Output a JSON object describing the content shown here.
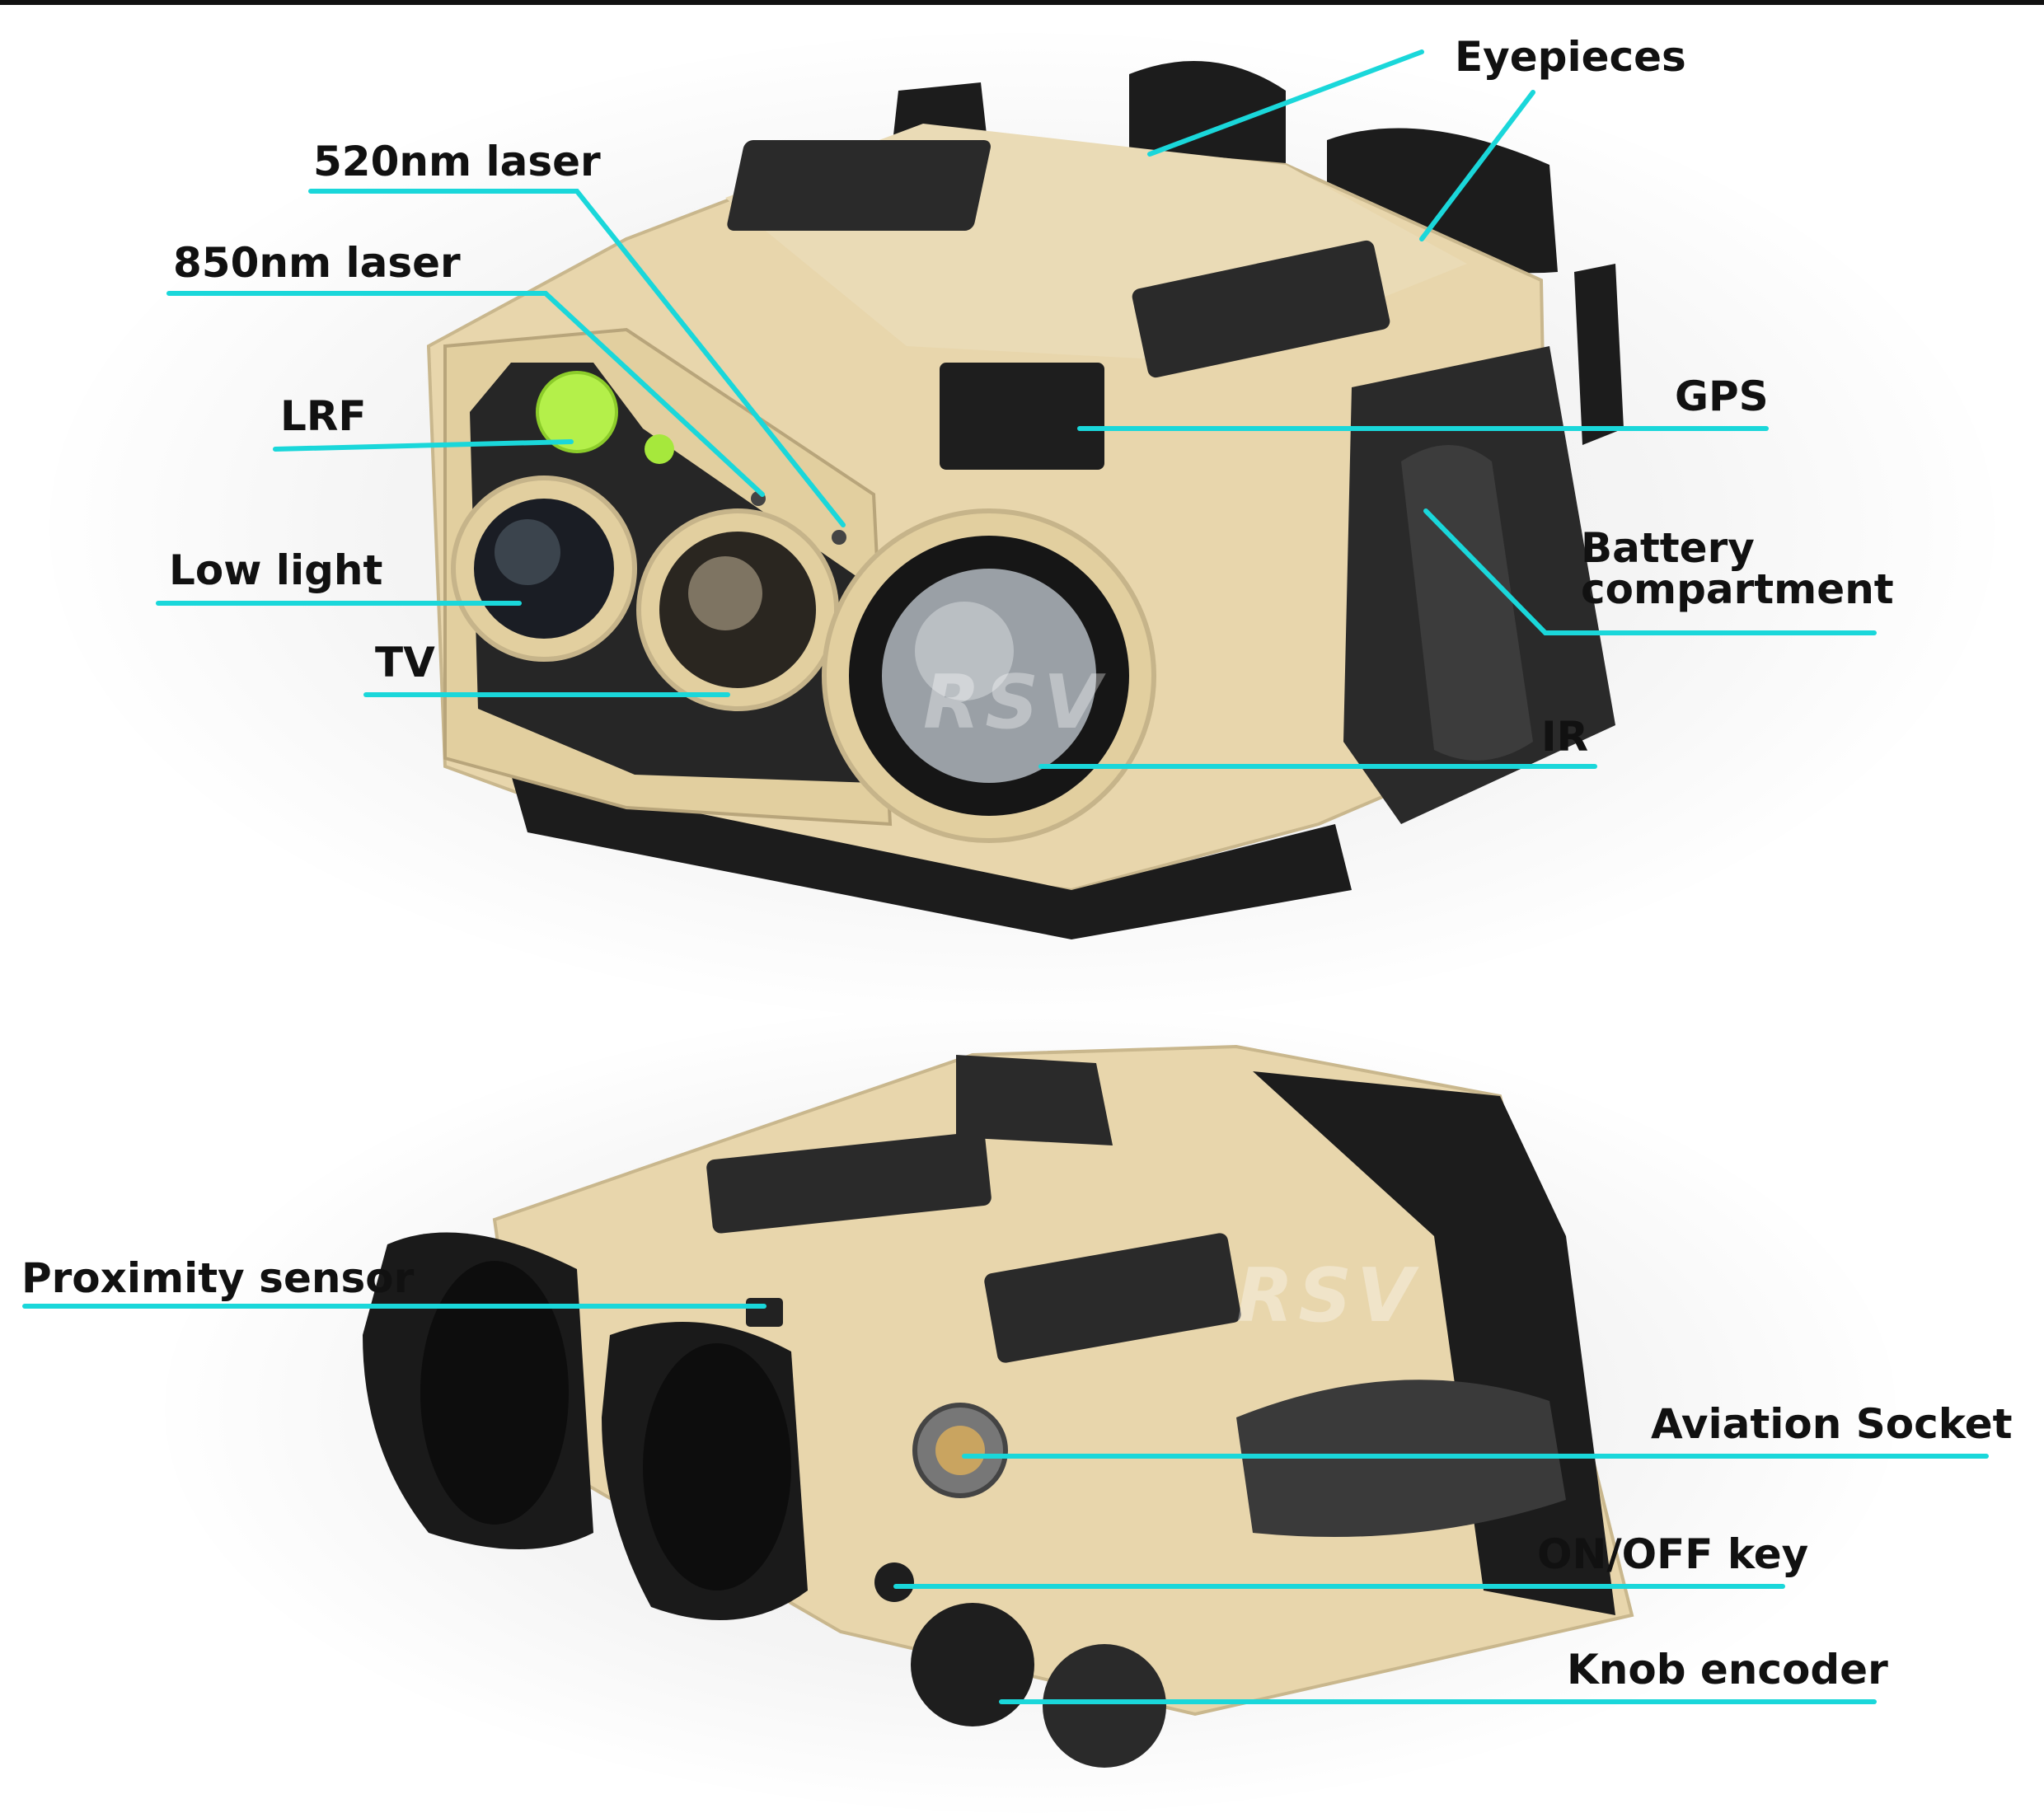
{
  "watermark": "RSV",
  "colors": {
    "callout_line": "#1ad7da",
    "body_tan": "#e8d6ac",
    "rubber": "#1c1c1c",
    "lrf_green": "#b4f04a"
  },
  "top_view": {
    "labels": {
      "eyepieces": "Eyepieces",
      "laser_520": "520nm laser",
      "laser_850": "850nm laser",
      "lrf": "LRF",
      "low_light": "Low light",
      "tv": "TV",
      "gps": "GPS",
      "battery": "Battery compartment",
      "ir": "IR"
    }
  },
  "bottom_view": {
    "labels": {
      "proximity": "Proximity sensor",
      "aviation": "Aviation Socket",
      "onoff": "ON/OFF key",
      "knob": "Knob encoder"
    }
  }
}
